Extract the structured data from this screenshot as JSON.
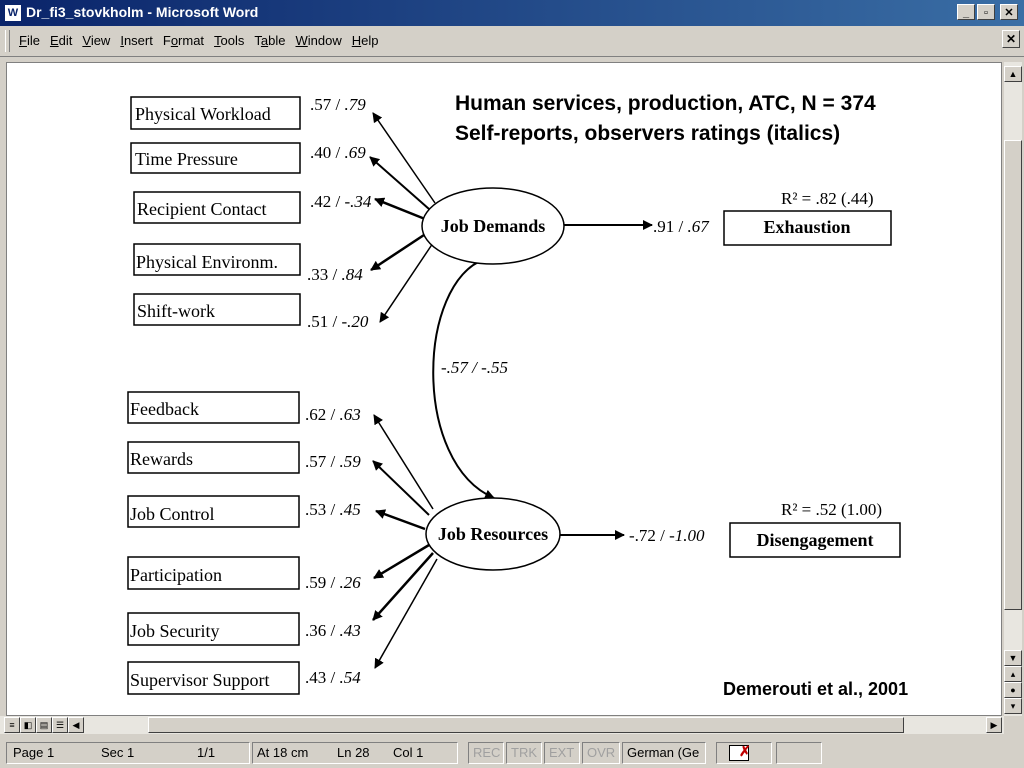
{
  "window": {
    "title": "Dr_fi3_stovkholm - Microsoft Word",
    "app_icon_letter": "W",
    "minimize": "_",
    "restore": "▫",
    "close": "✕"
  },
  "menubar": {
    "items": [
      {
        "ul": "F",
        "rest": "ile"
      },
      {
        "ul": "E",
        "rest": "dit"
      },
      {
        "ul": "V",
        "rest": "iew"
      },
      {
        "ul": "I",
        "rest": "nsert"
      },
      {
        "pre": "F",
        "ul": "o",
        "rest": "rmat"
      },
      {
        "ul": "T",
        "rest": "ools"
      },
      {
        "pre": "T",
        "ul": "a",
        "rest": "ble"
      },
      {
        "ul": "W",
        "rest": "indow"
      },
      {
        "ul": "H",
        "rest": "elp"
      }
    ],
    "doc_close": "✕"
  },
  "slide": {
    "heading_line1": "Human services, production, ATC, N = 374",
    "heading_line2": "Self-reports, observers ratings (italics)",
    "citation": "Demerouti et al., 2001",
    "demands": {
      "label": "Job Demands",
      "indicators": [
        {
          "name": "Physical Workload",
          "a": ".57 / ",
          "b": ".79"
        },
        {
          "name": "Time Pressure",
          "a": ".40 / ",
          "b": ".69"
        },
        {
          "name": "Recipient Contact",
          "a": ".42 / ",
          "b": "-.34"
        },
        {
          "name": "Physical Environm.",
          "a": ".33 / ",
          "b": ".84"
        },
        {
          "name": "Shift-work",
          "a": ".51 / ",
          "b": "-.20"
        }
      ]
    },
    "resources": {
      "label": "Job Resources",
      "indicators": [
        {
          "name": "Feedback",
          "a": ".62 / ",
          "b": ".63"
        },
        {
          "name": "Rewards",
          "a": ".57 / ",
          "b": ".59"
        },
        {
          "name": "Job Control",
          "a": ".53 / ",
          "b": ".45"
        },
        {
          "name": "Participation",
          "a": ".59 / ",
          "b": ".26"
        },
        {
          "name": "Job Security",
          "a": ".36 / ",
          "b": ".43"
        },
        {
          "name": "Supervisor Support",
          "a": ".43 / ",
          "b": ".54"
        }
      ]
    },
    "correlation": "-.57 / -.55",
    "exhaustion": {
      "label": "Exhaustion",
      "r2": "R² = .82 (.44)",
      "path_a": ".91 / ",
      "path_b": ".67"
    },
    "disengagement": {
      "label": "Disengagement",
      "r2": "R² = .52 (1.00)",
      "path_a": "-.72 / ",
      "path_b": "-1.00"
    }
  },
  "statusbar": {
    "page": "Page  1",
    "sec": "Sec  1",
    "pages": "1/1",
    "at": "At  18 cm",
    "ln": "Ln  28",
    "col": "Col  1",
    "rec": "REC",
    "trk": "TRK",
    "ext": "EXT",
    "ovr": "OVR",
    "language": "German (Ge"
  }
}
